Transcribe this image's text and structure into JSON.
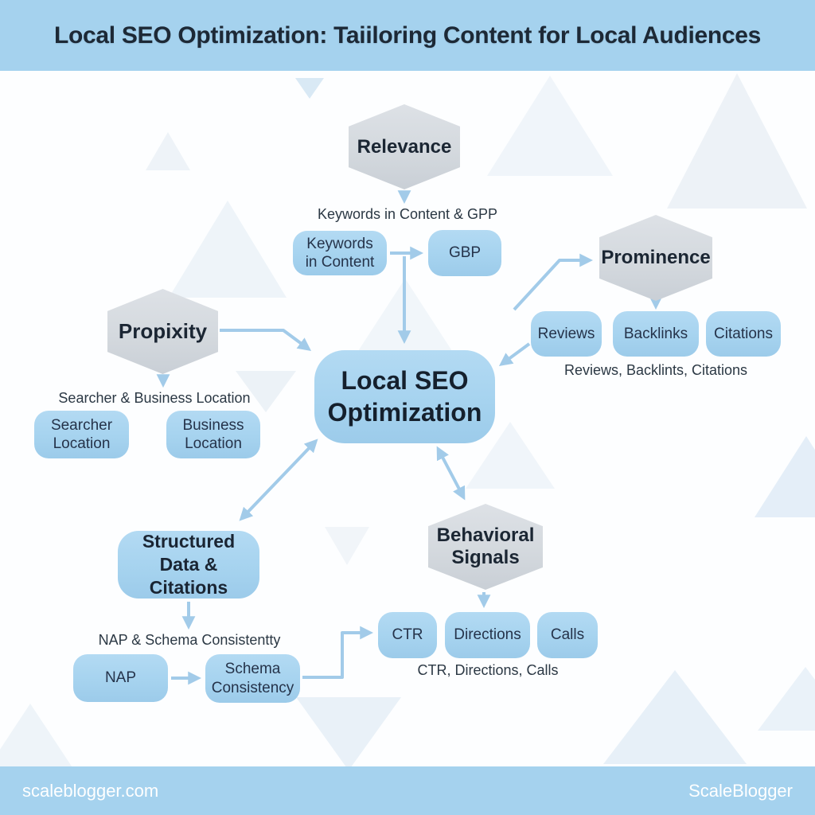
{
  "header": {
    "title": "Local SEO Optimization: Taiiloring Content for Local Audiences"
  },
  "diagram": {
    "central": "Local SEO Optimization",
    "hexagons": {
      "relevance": "Relevance",
      "prominence": "Prominence",
      "proximity": "Propixity",
      "behavioral": "Behavioral Signals"
    },
    "boxes": {
      "keywords": "Keywords in Content",
      "gbp": "GBP",
      "reviews": "Reviews",
      "backlinks": "Backlinks",
      "citations": "Citations",
      "searcher": "Searcher Location",
      "business": "Business Location",
      "structured": "Structured Data & Citations",
      "nap": "NAP",
      "schema": "Schema Consistency",
      "ctr": "CTR",
      "directions": "Directions",
      "calls": "Calls"
    },
    "captions": {
      "relevance": "Keywords in Content & GPP",
      "prominence": "Reviews, Backlints, Citations",
      "proximity": "Searcher & Business Location",
      "structured": "NAP & Schema Consistentty",
      "behavioral": "CTR, Directions, Calls"
    }
  },
  "footer": {
    "left": "scaleblogger.com",
    "right": "ScaleBlogger"
  },
  "colors": {
    "bar_blue": "#a5d2ee",
    "node_blue": "#a6d3ef",
    "hexagon_gray": "#d4d9de",
    "arrow_blue": "#a2cbe9",
    "title_text": "#1d2936",
    "node_text": "#25334a",
    "footer_text": "#ffffff"
  }
}
